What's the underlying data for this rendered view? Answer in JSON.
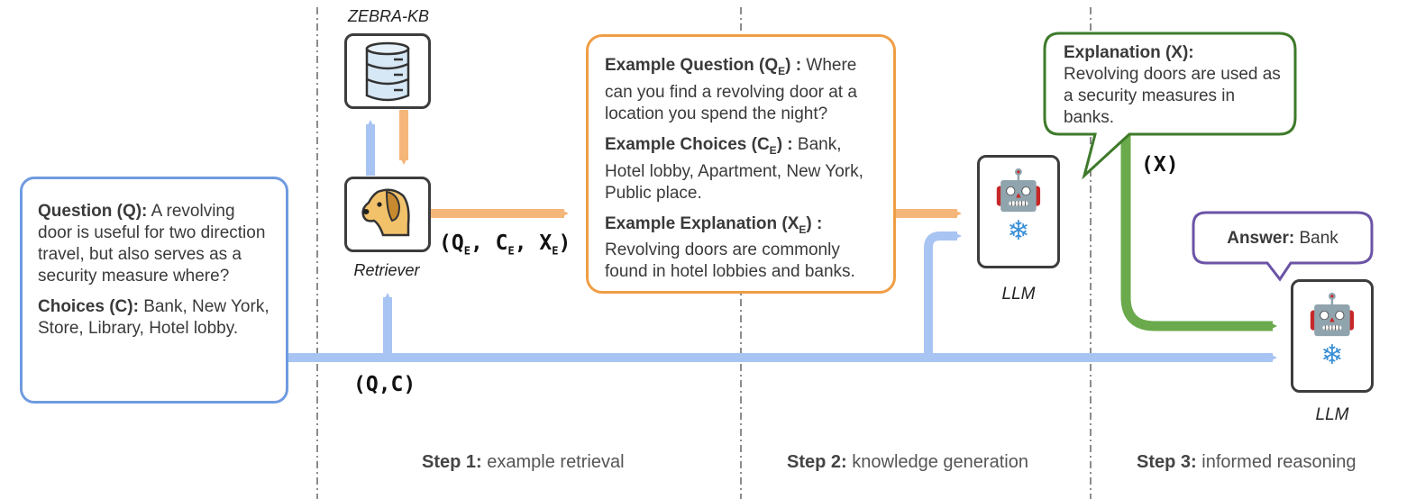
{
  "question_box": {
    "question_label": "Question (Q):",
    "question_text": "A revolving door is useful for two direction travel, but also serves as a security measure where?",
    "choices_label": "Choices (C):",
    "choices_text": "Bank, New York, Store, Library, Hotel lobby."
  },
  "kb": {
    "label": "ZEBRA-KB"
  },
  "retriever": {
    "label": "Retriever"
  },
  "qc_label": "(Q,C)",
  "retrieved_tuple": {
    "open": "(Q",
    "sub1": "E",
    "c": ", C",
    "sub2": "E",
    "x": ", X",
    "sub3": "E",
    "close": ")"
  },
  "example_box": {
    "q_label_pre": "Example Question (Q",
    "q_label_sub": "E",
    "q_label_post": ") :",
    "q_text": "Where can you find a revolving door at a location you spend the night?",
    "c_label_pre": "Example Choices (C",
    "c_label_sub": "E",
    "c_label_post": ") :",
    "c_text": "Bank, Hotel lobby, Apartment, New York, Public place.",
    "x_label_pre": "Example Explanation (X",
    "x_label_sub": "E",
    "x_label_post": ") :",
    "x_text": "Revolving doors are commonly found in hotel lobbies and banks."
  },
  "llm1": {
    "label": "LLM",
    "robot_glyph": "🤖",
    "frozen_glyph": "❄"
  },
  "explanation_bubble": {
    "label": "Explanation (X):",
    "text": "Revolving doors are used as a security measures in banks."
  },
  "x_label": "(X)",
  "answer_bubble": {
    "label": "Answer:",
    "text": "Bank"
  },
  "llm2": {
    "label": "LLM",
    "robot_glyph": "🤖",
    "frozen_glyph": "❄"
  },
  "steps": [
    {
      "label": "Step 1:",
      "text": "example retrieval"
    },
    {
      "label": "Step 2:",
      "text": "knowledge generation"
    },
    {
      "label": "Step 3:",
      "text": "informed reasoning"
    }
  ],
  "colors": {
    "blue": "#a8c4f3",
    "blue_border": "#6f9be0",
    "orange": "#f5b67a",
    "orange_border": "#ef9e45",
    "green": "#6aaa4c",
    "green_border": "#3e7a2a",
    "purple_border": "#6b54a6"
  }
}
